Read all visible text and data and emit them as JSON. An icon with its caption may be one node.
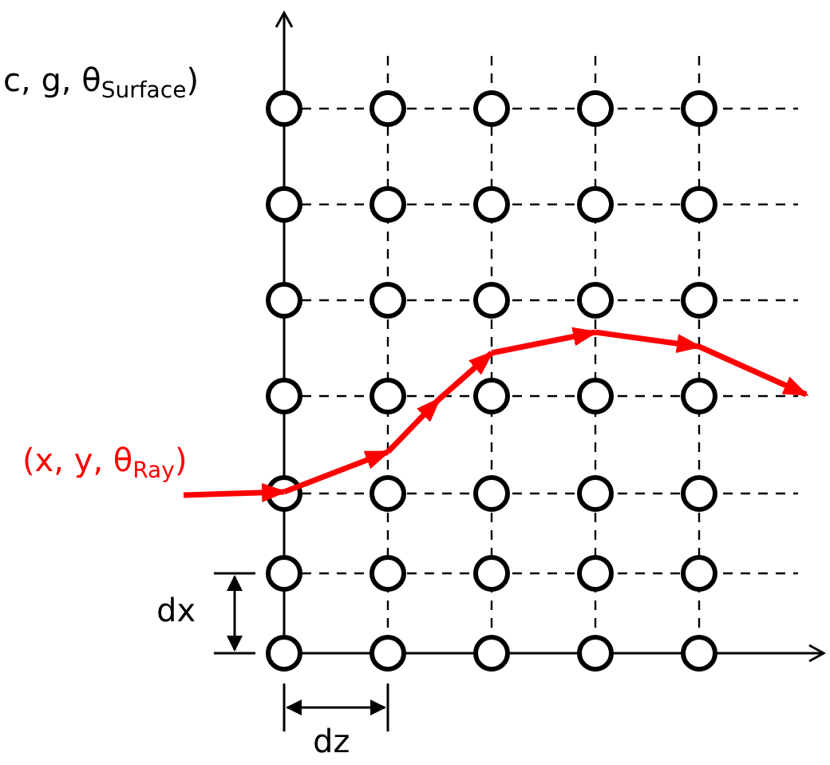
{
  "diagram": {
    "labels": [
      "c, g, θ$_{Surface}$)",
      "(x, y, θ$_{Ray}$)",
      "dx",
      "dz"
    ]
  }
}
